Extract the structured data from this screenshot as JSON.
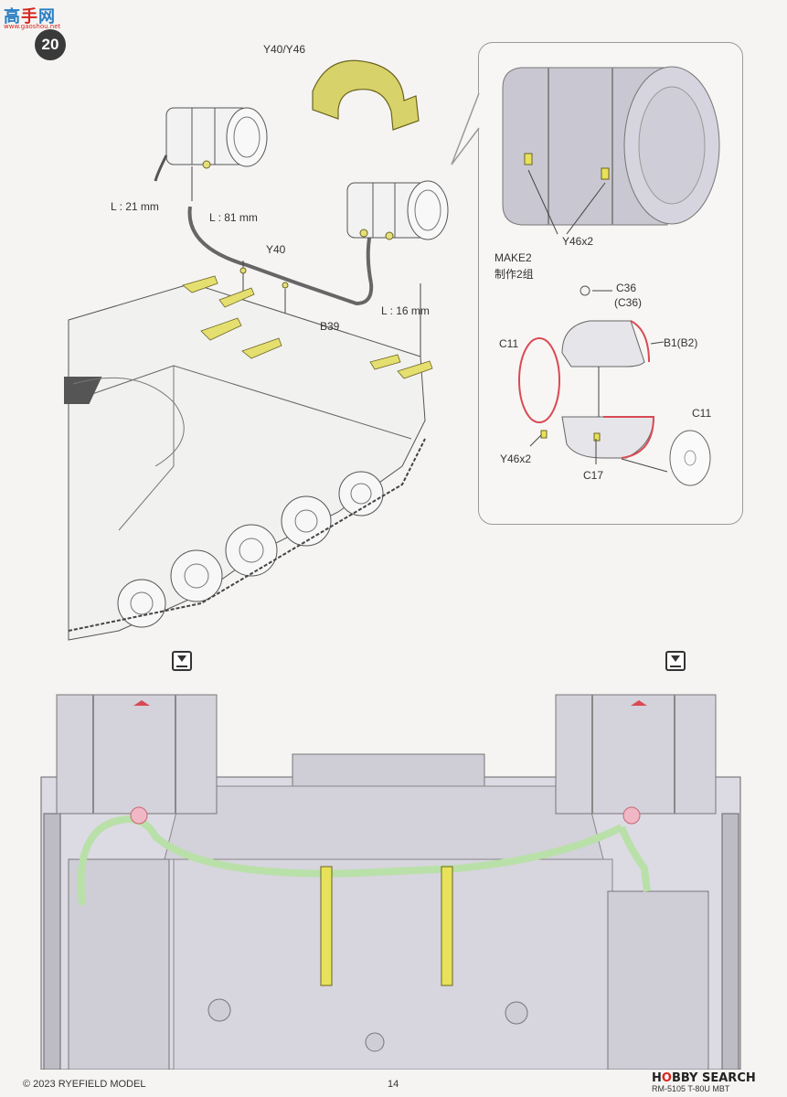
{
  "watermark": {
    "text_a": "高",
    "text_b": "手",
    "text_c": "网",
    "sub": "www.gaoshou.net"
  },
  "step": {
    "number": "20"
  },
  "labels": {
    "y40_y46": "Y40/Y46",
    "l21": "L : 21 mm",
    "l81": "L : 81 mm",
    "y40": "Y40",
    "b39": "B39",
    "l16": "L : 16 mm"
  },
  "callout": {
    "y46x2_top": "Y46x2",
    "make": "MAKE2",
    "make_cn": "制作2组",
    "c36": "C36",
    "c36_paren": "(C36)",
    "c11_left": "C11",
    "b1b2": "B1(B2)",
    "c11_right": "C11",
    "y46x2_bottom": "Y46x2",
    "c17": "C17"
  },
  "footer": {
    "copyright": "© 2023 RYEFIELD MODEL",
    "page": "14",
    "model": "RM-5105 T-80U MBT",
    "brand_a": "H",
    "brand_o": "O",
    "brand_b": "BBY SEARCH"
  },
  "colors": {
    "accent": "#d8d26a",
    "hose": "#b9e0a8",
    "cut": "#d94a54",
    "gray": "#cfcdd6"
  }
}
